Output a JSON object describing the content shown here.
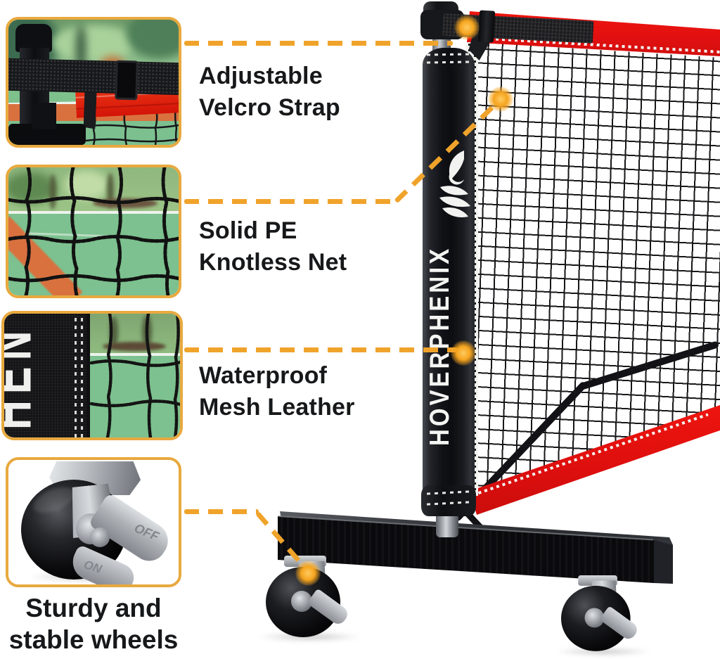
{
  "colors": {
    "accent_orange": "#F0A32B",
    "card_border": "#E8A93F",
    "net_red": "#E01010",
    "court_green": "#7CC08F",
    "stripe_orange": "#D9713F",
    "label_text": "#17181A",
    "post_black": "#101116"
  },
  "callouts": [
    {
      "id": "velcro-strap",
      "label_lines": [
        "Adjustable",
        "Velcro Strap"
      ]
    },
    {
      "id": "knotless-net",
      "label_lines": [
        "Solid PE",
        "Knotless Net"
      ]
    },
    {
      "id": "mesh-leather",
      "label_lines": [
        "Waterproof",
        "Mesh Leather"
      ]
    },
    {
      "id": "wheels",
      "label_lines": [
        "Sturdy and",
        "stable wheels"
      ]
    }
  ],
  "product": {
    "brand_vertical_text": "HOVERPHENIX",
    "mesh_panel_letters": "HEN",
    "wheel_brake_off": "OFF",
    "wheel_brake_on": "ON"
  }
}
